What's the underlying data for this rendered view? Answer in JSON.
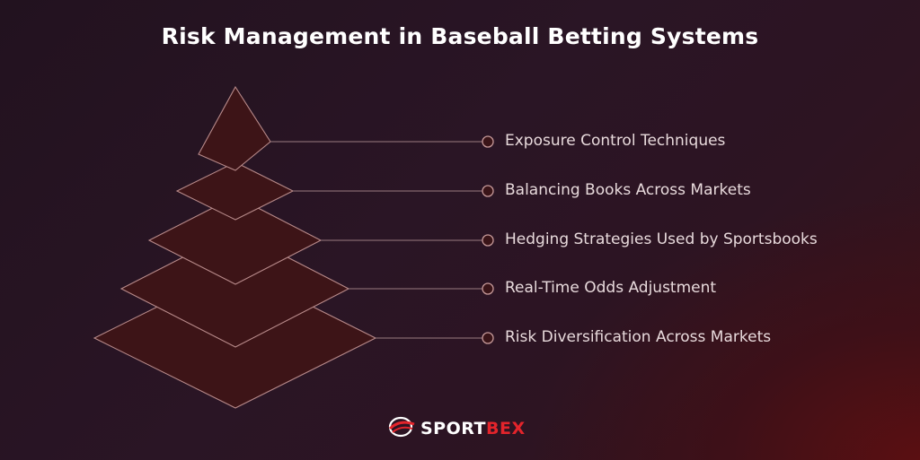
{
  "title": "Risk Management in Baseball Betting Systems",
  "levels": [
    {
      "label": "Exposure Control Techniques"
    },
    {
      "label": "Balancing Books Across Markets"
    },
    {
      "label": "Hedging Strategies Used by Sportsbooks"
    },
    {
      "label": "Real-Time Odds Adjustment"
    },
    {
      "label": "Risk Diversification Across Markets"
    }
  ],
  "brand": {
    "name_part1": "SPORT",
    "name_part2": "BEX",
    "logo_icon": "baseball-swoosh-icon",
    "color_primary": "#ffffff",
    "color_accent": "#e3242b"
  },
  "colors": {
    "layer_fill": "#3d1417",
    "layer_stroke": "#b88a8a",
    "accent_dark_red": "#5a0f12"
  }
}
